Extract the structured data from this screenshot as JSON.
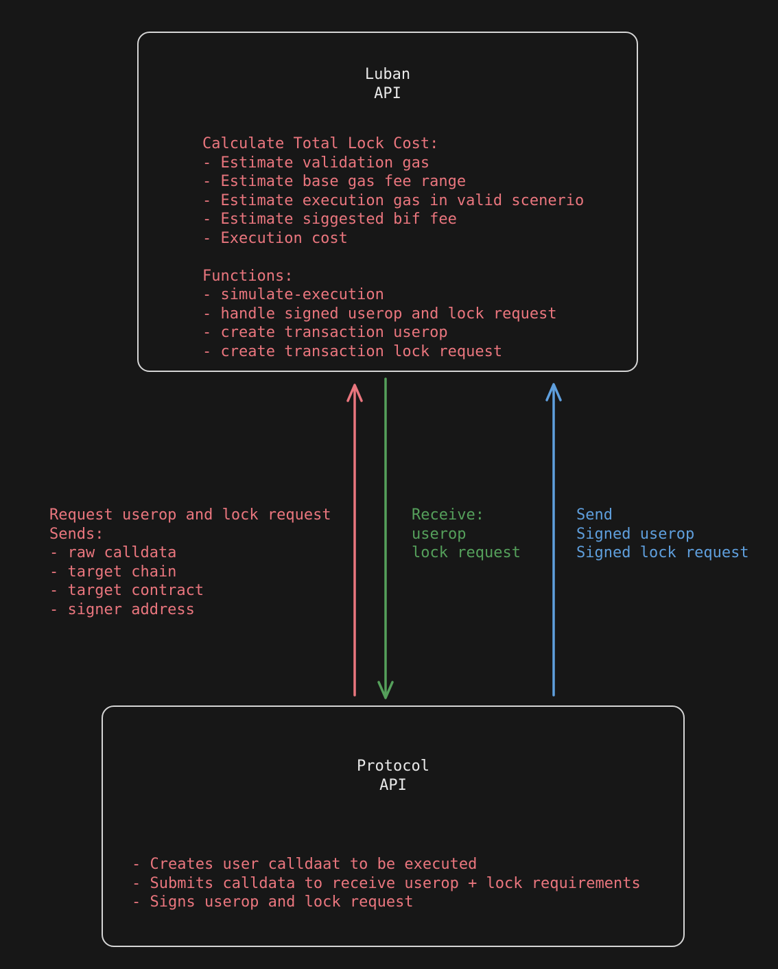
{
  "colors": {
    "background": "#171717",
    "box_border": "#d6d6d6",
    "title_text": "#e9e9e9",
    "red": "#ea767e",
    "green": "#55a05b",
    "blue": "#5f9fdd"
  },
  "luban_box": {
    "title": [
      "Luban",
      "API"
    ],
    "body": [
      "Calculate Total Lock Cost:",
      "- Estimate validation gas",
      "- Estimate base gas fee range",
      "- Estimate execution gas in valid scenerio",
      "- Estimate siggested bif fee",
      "- Execution cost",
      "",
      "Functions:",
      "- simulate-execution",
      "- handle signed userop and lock request",
      "- create transaction userop",
      "- create transaction lock request"
    ]
  },
  "protocol_box": {
    "title": [
      "Protocol",
      "API"
    ],
    "body": [
      "- Creates user calldaat to be executed",
      "- Submits calldata to receive userop + lock requirements",
      "- Signs userop and lock request"
    ]
  },
  "labels": {
    "request": {
      "color": "red",
      "lines": [
        "Request userop and lock request",
        "Sends:",
        "- raw calldata",
        "- target chain",
        "- target contract",
        "- signer address"
      ]
    },
    "receive": {
      "color": "green",
      "lines": [
        "Receive:",
        "userop",
        "lock request"
      ]
    },
    "send": {
      "color": "blue",
      "lines": [
        "Send",
        "Signed userop",
        "Signed lock request"
      ]
    }
  },
  "arrows": [
    {
      "name": "request-arrow",
      "color": "red",
      "direction": "up",
      "from": "Protocol API",
      "to": "Luban API"
    },
    {
      "name": "receive-arrow",
      "color": "green",
      "direction": "down",
      "from": "Luban API",
      "to": "Protocol API"
    },
    {
      "name": "send-arrow",
      "color": "blue",
      "direction": "up",
      "from": "Protocol API",
      "to": "Luban API"
    }
  ]
}
